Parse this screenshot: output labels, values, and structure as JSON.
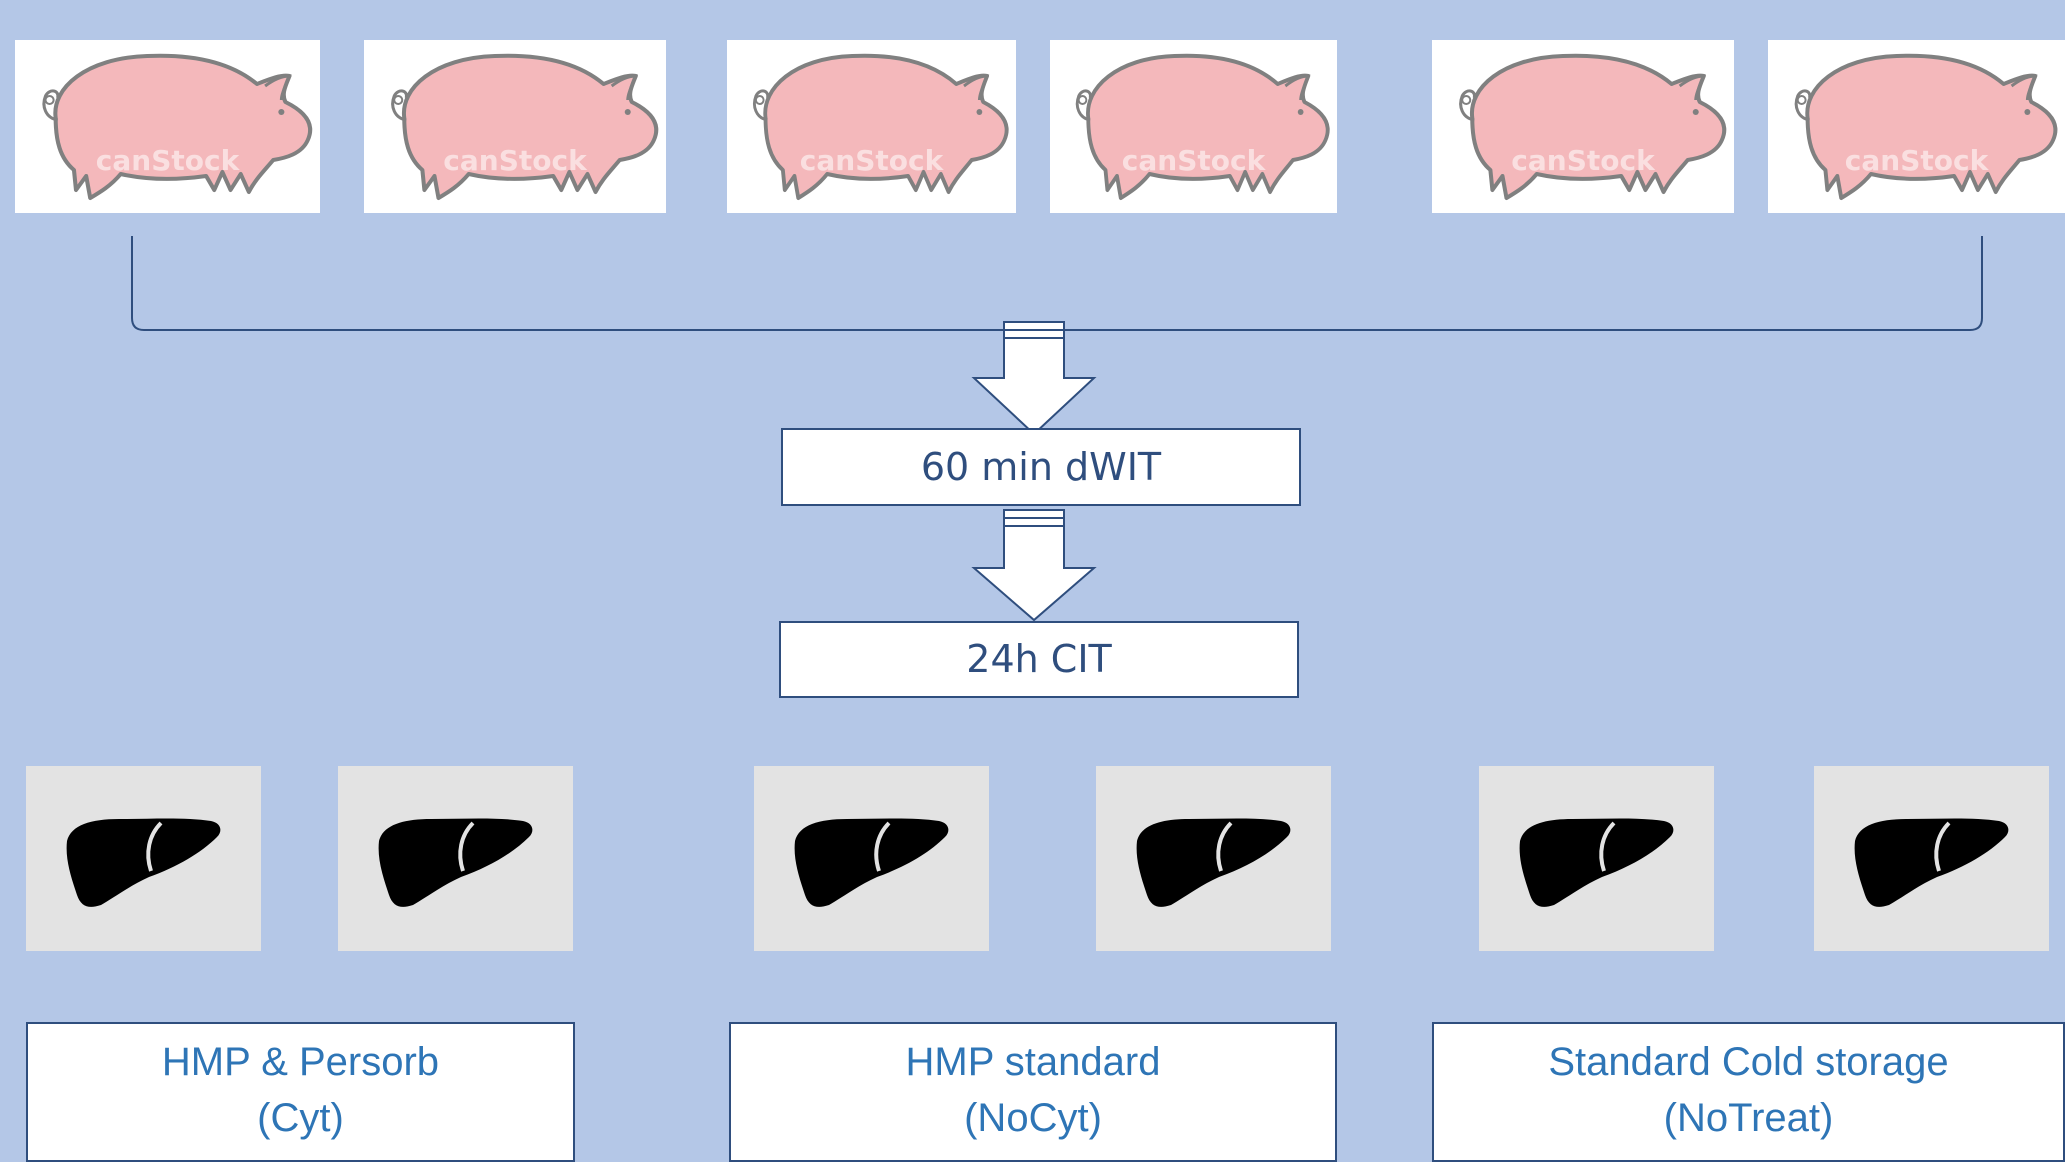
{
  "colors": {
    "background": "#b4c7e7",
    "pig_fill": "#f4b8bb",
    "pig_outline": "#808080",
    "liver_fill": "#000000",
    "liver_card": "#e3e3e3",
    "box_border": "#2f4e7e",
    "step_text": "#2f4e7e",
    "group_text": "#2e75b6"
  },
  "pigs": [
    {
      "icon": "pig-icon",
      "watermark": "canStock"
    },
    {
      "icon": "pig-icon",
      "watermark": "canStock"
    },
    {
      "icon": "pig-icon",
      "watermark": "canStock"
    },
    {
      "icon": "pig-icon",
      "watermark": "canStock"
    },
    {
      "icon": "pig-icon",
      "watermark": "canStock"
    },
    {
      "icon": "pig-icon",
      "watermark": "canStock"
    }
  ],
  "steps": {
    "warm_ischemia": "60 min dWIT",
    "cold_ischemia": "24h CIT"
  },
  "livers": [
    {
      "icon": "liver-icon"
    },
    {
      "icon": "liver-icon"
    },
    {
      "icon": "liver-icon"
    },
    {
      "icon": "liver-icon"
    },
    {
      "icon": "liver-icon"
    },
    {
      "icon": "liver-icon"
    }
  ],
  "groups": [
    {
      "line1": "HMP & Persorb",
      "line2": "(Cyt)"
    },
    {
      "line1": "HMP standard",
      "line2": "(NoCyt)"
    },
    {
      "line1": "Standard Cold storage",
      "line2": "(NoTreat)"
    }
  ]
}
